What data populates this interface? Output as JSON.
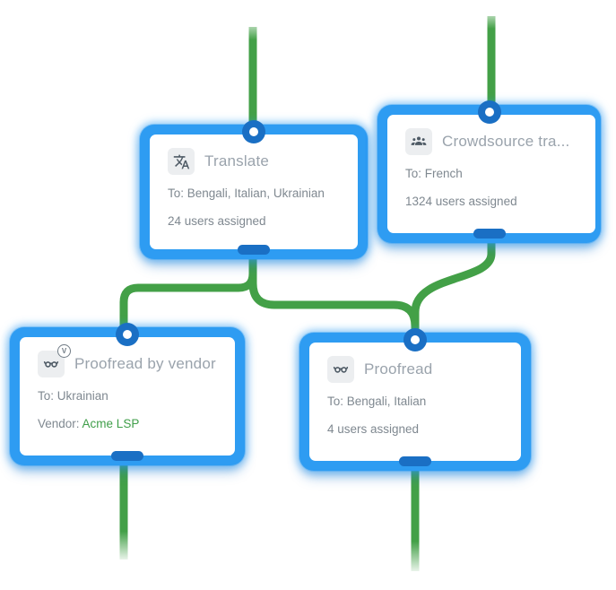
{
  "canvas": {
    "background": "#ffffff"
  },
  "colors": {
    "selection_blue": "#2e9cf2",
    "port_blue": "#1a6fc4",
    "connector_green": "#43a047",
    "link_green": "#3f9e49",
    "title_gray": "#9aa3ac",
    "body_gray": "#7f8890",
    "icon_gray": "#4f5b66",
    "chip_bg": "#eceef0"
  },
  "nodes": [
    {
      "title": "Translate",
      "to": "To: Bengali, Italian, Ukrainian",
      "assigned": "24 users assigned"
    },
    {
      "title": "Crowdsource tra...",
      "to": "To: French",
      "assigned": "1324 users assigned"
    },
    {
      "title": "Proofread by vendor",
      "to": "To: Ukrainian",
      "vendor_label": "Vendor: ",
      "vendor_name": "Acme LSP",
      "badge": "V"
    },
    {
      "title": "Proofread",
      "to": "To: Bengali, Italian",
      "assigned": "4 users assigned"
    }
  ],
  "edges": [
    {
      "from": "upstream",
      "to": "Translate"
    },
    {
      "from": "upstream",
      "to": "Crowdsource tra..."
    },
    {
      "from": "Translate",
      "to": "Proofread by vendor"
    },
    {
      "from": "Translate",
      "to": "Proofread"
    },
    {
      "from": "Crowdsource tra...",
      "to": "Proofread"
    },
    {
      "from": "Proofread by vendor",
      "to": "downstream"
    },
    {
      "from": "Proofread",
      "to": "downstream"
    }
  ]
}
